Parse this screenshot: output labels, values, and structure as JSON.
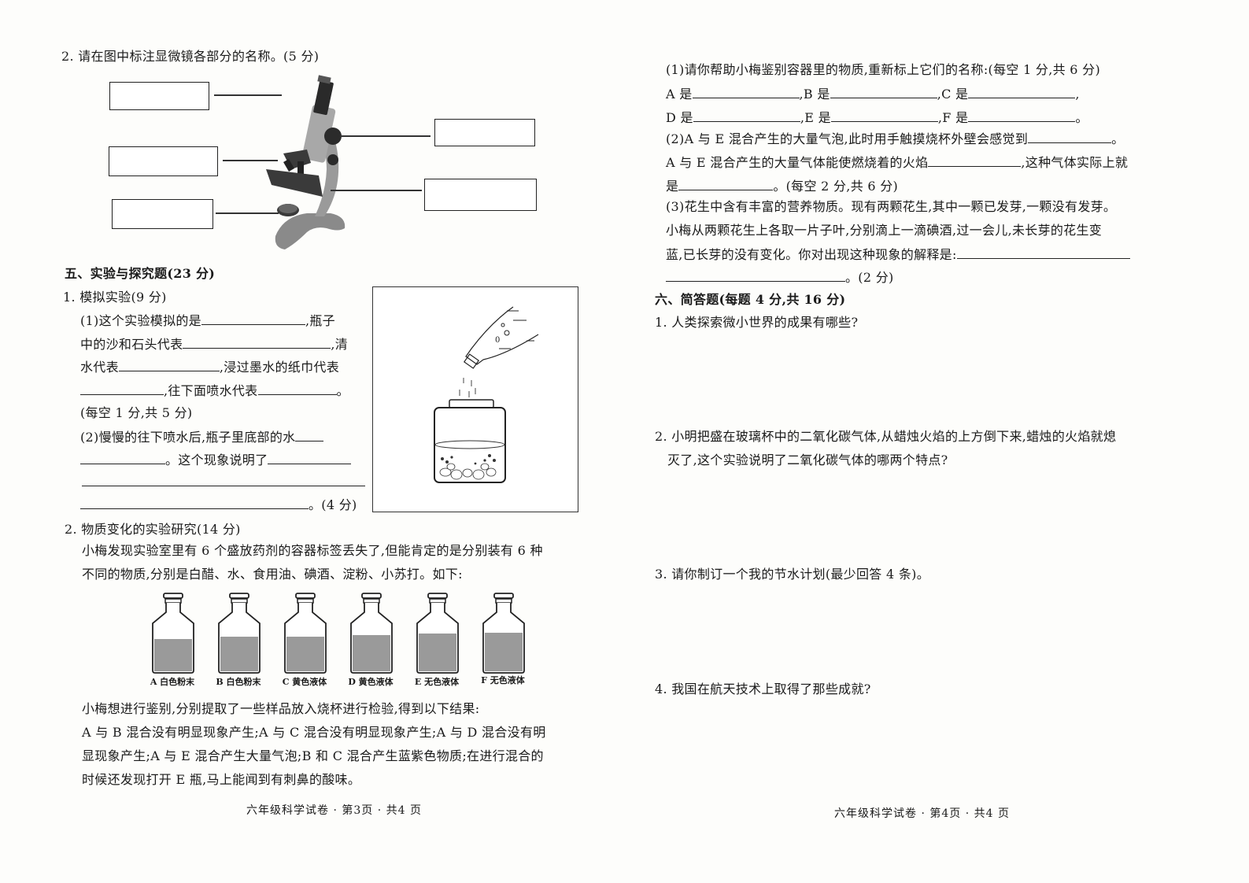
{
  "left_page": {
    "q2_microscope": {
      "title": "2. 请在图中标注显微镜各部分的名称。(5 分)",
      "label_boxes_count": 5
    },
    "section5": {
      "heading": "五、实验与探究题(23 分)",
      "q1": {
        "title": "1. 模拟实验(9 分)",
        "p1_line1_a": "(1)这个实验模拟的是",
        "p1_line1_b": ",瓶子",
        "p1_line2_a": "中的沙和石头代表",
        "p1_line2_b": ",清",
        "p1_line3_a": "水代表",
        "p1_line3_b": ",浸过墨水的纸巾代表",
        "p1_line4_a": ",往下面喷水代表",
        "p1_line4_b": "。",
        "p1_score": "(每空 1 分,共 5 分)",
        "p2_line1": "(2)慢慢的往下喷水后,瓶子里底部的水",
        "p2_line2_a": "。这个现象说明了",
        "p2_end": "。(4 分)"
      },
      "q2": {
        "title": "2. 物质变化的实验研究(14 分)",
        "intro_line1": "小梅发现实验室里有 6 个盛放药剂的容器标签丢失了,但能肯定的是分别装有 6 种",
        "intro_line2": "不同的物质,分别是白醋、水、食用油、碘酒、淀粉、小苏打。如下:",
        "bottles": [
          {
            "label": "A 白色粉末"
          },
          {
            "label": "B 白色粉末"
          },
          {
            "label": "C 黄色液体"
          },
          {
            "label": "D 黄色液体"
          },
          {
            "label": "E 无色液体"
          },
          {
            "label": "F 无色液体"
          }
        ],
        "result_line1": "小梅想进行鉴别,分别提取了一些样品放入烧杯进行检验,得到以下结果:",
        "result_line2": "A 与 B 混合没有明显现象产生;A 与 C 混合没有明显现象产生;A 与 D 混合没有明",
        "result_line3": "显现象产生;A 与 E 混合产生大量气泡;B 和 C 混合产生蓝紫色物质;在进行混合的",
        "result_line4": "时候还发现打开 E 瓶,马上能闻到有刺鼻的酸味。"
      }
    },
    "footer": "六年级科学试卷 · 第3页 · 共4 页"
  },
  "right_page": {
    "sub1": {
      "title": "(1)请你帮助小梅鉴别容器里的物质,重新标上它们的名称:(每空 1 分,共 6 分)",
      "a": "A 是",
      "b": ",B 是",
      "c": ",C 是",
      "c_end": ",",
      "d": "D 是",
      "e": ",E 是",
      "f": ",F 是",
      "f_end": "。"
    },
    "sub2": {
      "line1": "(2)A 与 E 混合产生的大量气泡,此时用手触摸烧杯外壁会感觉到",
      "line1_end": "。",
      "line2_a": "A 与 E 混合产生的大量气体能使燃烧着的火焰",
      "line2_b": ",这种气体实际上就",
      "line3_a": "是",
      "line3_b": "。(每空 2 分,共 6 分)"
    },
    "sub3": {
      "line1": "(3)花生中含有丰富的营养物质。现有两颗花生,其中一颗已发芽,一颗没有发芽。",
      "line2": "小梅从两颗花生上各取一片子叶,分别滴上一滴碘酒,过一会儿,未长芽的花生变",
      "line3": "蓝,已长芽的没有变化。你对出现这种现象的解释是:",
      "line4_end": "。(2 分)"
    },
    "section6": {
      "heading": "六、简答题(每题 4 分,共 16 分)",
      "q1": "1. 人类探索微小世界的成果有哪些?",
      "q2_line1": "2. 小明把盛在玻璃杯中的二氧化碳气体,从蜡烛火焰的上方倒下来,蜡烛的火焰就熄",
      "q2_line2": "灭了,这个实验说明了二氧化碳气体的哪两个特点?",
      "q3": "3. 请你制订一个我的节水计划(最少回答 4 条)。",
      "q4": "4. 我国在航天技术上取得了那些成就?"
    },
    "footer": "六年级科学试卷 · 第4页 · 共4 页"
  }
}
